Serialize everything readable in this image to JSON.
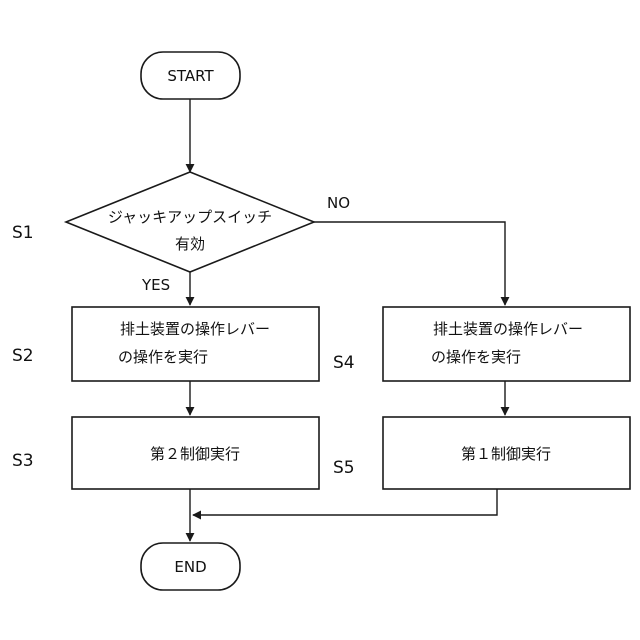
{
  "nodes": {
    "start": {
      "label": "START"
    },
    "s1": {
      "line1": "ジャッキアップスイッチ",
      "line2": "有効"
    },
    "s2": {
      "line1": "排土装置の操作レバー",
      "line2": "の操作を実行"
    },
    "s3": {
      "label": "第２制御実行"
    },
    "s4": {
      "line1": "排土装置の操作レバー",
      "line2": "の操作を実行"
    },
    "s5": {
      "label": "第１制御実行"
    },
    "end": {
      "label": "END"
    }
  },
  "branches": {
    "yes": "YES",
    "no": "NO"
  },
  "step_labels": {
    "s1": "S1",
    "s2": "S2",
    "s3": "S3",
    "s4": "S4",
    "s5": "S5"
  }
}
